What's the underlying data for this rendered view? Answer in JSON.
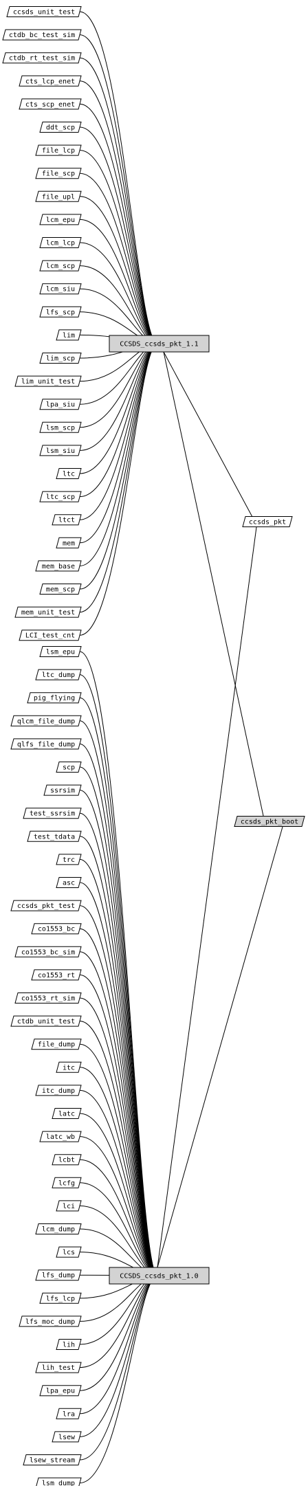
{
  "colors": {
    "background": "#ffffff",
    "line": "#000000",
    "package_fill": "#ffffff",
    "target_fill": "#d3d3d3"
  },
  "targets": {
    "pkt11": "CCSDS_ccsds_pkt_1.1",
    "pkt10": "CCSDS_ccsds_pkt_1.0"
  },
  "right_nodes": {
    "ccsds_pkt": "ccsds_pkt",
    "ccsds_pkt_boot": "ccsds_pkt_boot"
  },
  "packages_1_1": [
    "ccsds_unit_test",
    "ctdb_bc_test_sim",
    "ctdb_rt_test_sim",
    "cts_lcp_enet",
    "cts_scp_enet",
    "ddt_scp",
    "file_lcp",
    "file_scp",
    "file_upl",
    "lcm_epu",
    "lcm_lcp",
    "lcm_scp",
    "lcm_siu",
    "lfs_scp",
    "lim",
    "lim_scp",
    "lim_unit_test",
    "lpa_siu",
    "lsm_scp",
    "lsm_siu",
    "ltc",
    "ltc_scp",
    "ltct",
    "mem",
    "mem_base",
    "mem_scp",
    "mem_unit_test",
    "LCI_test_cnt"
  ],
  "packages_1_0": [
    "lsm_epu",
    "ltc_dump",
    "pig_flying",
    "qlcm_file_dump",
    "qlfs_file_dump",
    "scp",
    "ssrsim",
    "test_ssrsim",
    "test_tdata",
    "trc",
    "asc",
    "ccsds_pkt_test",
    "co1553_bc",
    "co1553_bc_sim",
    "co1553_rt",
    "co1553_rt_sim",
    "ctdb_unit_test",
    "file_dump",
    "itc",
    "itc_dump",
    "latc",
    "latc_wb",
    "lcbt",
    "lcfg",
    "lci",
    "lcm_dump",
    "lcs",
    "lfs_dump",
    "lfs_lcp",
    "lfs_moc_dump",
    "lih",
    "lih_test",
    "lpa_epu",
    "lra",
    "lsew",
    "lsew_stream",
    "lsm_dump"
  ]
}
